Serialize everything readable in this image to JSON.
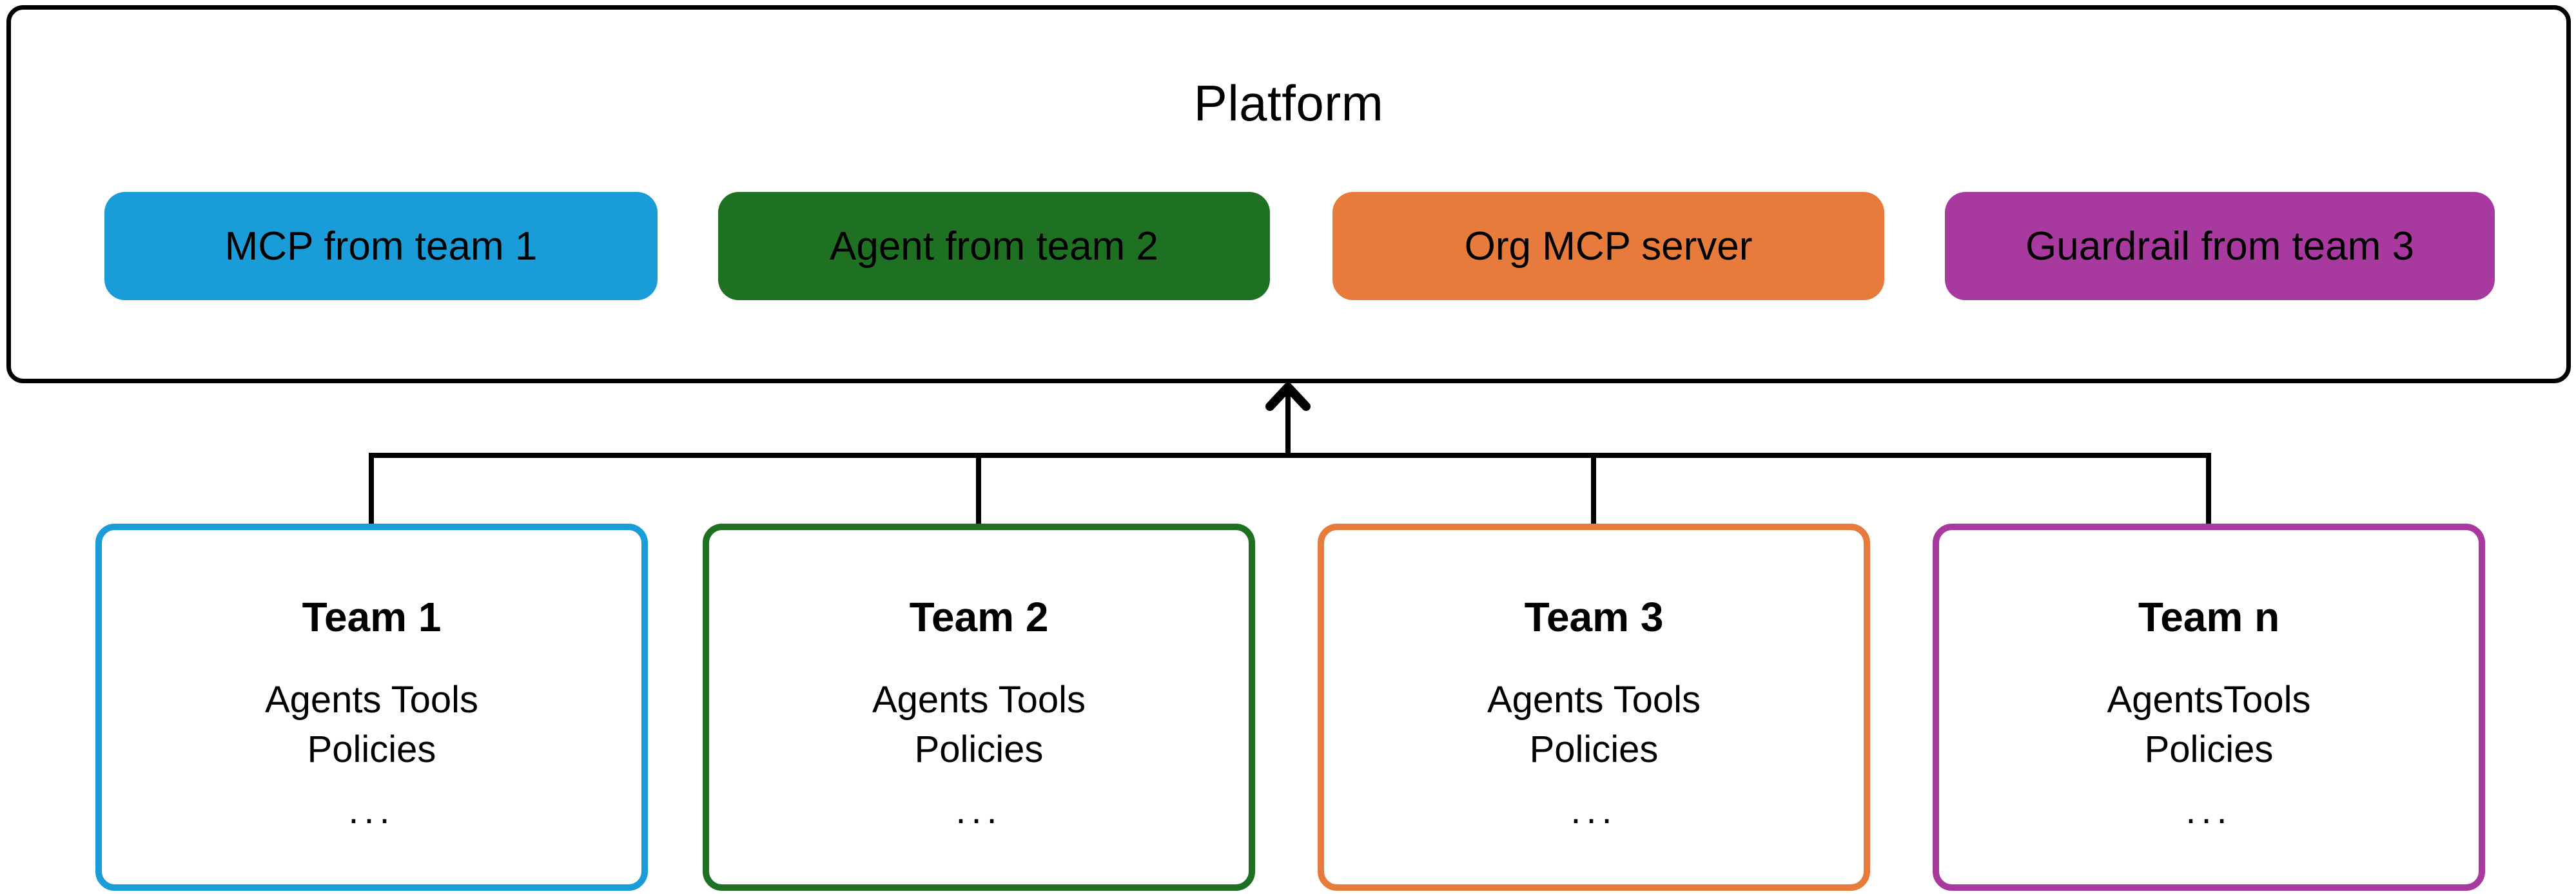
{
  "platform": {
    "title": "Platform",
    "pills": [
      {
        "label": "MCP from team 1",
        "color": "#1A9CD8"
      },
      {
        "label": "Agent from team 2",
        "color": "#1E7023"
      },
      {
        "label": "Org MCP server",
        "color": "#E77B3B"
      },
      {
        "label": "Guardrail from team 3",
        "color": "#A83A9F"
      }
    ]
  },
  "connector": {
    "arrow_icon": "up-arrow",
    "line_color": "#000000"
  },
  "teams": [
    {
      "title": "Team 1",
      "lines": [
        "Agents Tools",
        "Policies",
        "..."
      ],
      "border_color": "#1A9CD8"
    },
    {
      "title": "Team 2",
      "lines": [
        "Agents Tools",
        "Policies",
        "..."
      ],
      "border_color": "#1E7023"
    },
    {
      "title": "Team 3",
      "lines": [
        "Agents Tools",
        "Policies",
        "..."
      ],
      "border_color": "#E77B3B"
    },
    {
      "title": "Team n",
      "lines": [
        "AgentsTools",
        "Policies",
        "..."
      ],
      "border_color": "#A83A9F"
    }
  ]
}
